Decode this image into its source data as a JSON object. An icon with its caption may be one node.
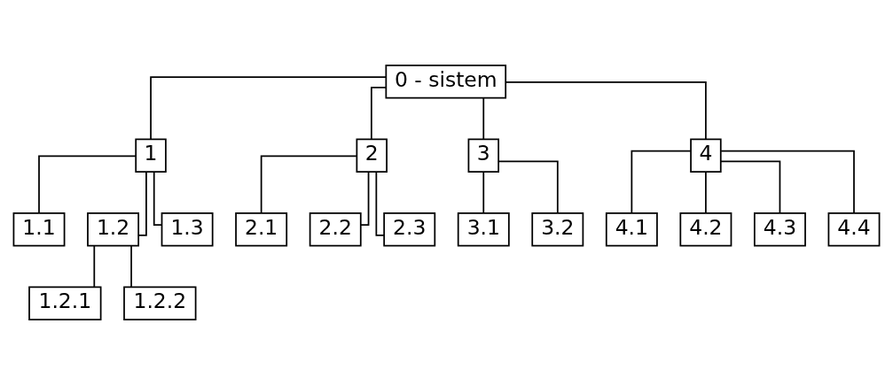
{
  "diagram": {
    "nodes": [
      {
        "text": [
          "0 - sistem"
        ]
      },
      {
        "text": [
          "1"
        ]
      },
      {
        "text": [
          "2"
        ]
      },
      {
        "text": [
          "3"
        ]
      },
      {
        "text": [
          "4"
        ]
      },
      {
        "text": [
          "1.1"
        ]
      },
      {
        "text": [
          "1.2"
        ]
      },
      {
        "text": [
          "1.3"
        ]
      },
      {
        "text": [
          "2.1"
        ]
      },
      {
        "text": [
          "2.2"
        ]
      },
      {
        "text": [
          "2.3"
        ]
      },
      {
        "text": [
          "3.1"
        ]
      },
      {
        "text": [
          "3.2"
        ]
      },
      {
        "text": [
          "4.1"
        ]
      },
      {
        "text": [
          "4.2"
        ]
      },
      {
        "text": [
          "4.3"
        ]
      },
      {
        "text": [
          "4.4"
        ]
      },
      {
        "text": [
          "1.2.1"
        ]
      },
      {
        "text": [
          "1.2.2"
        ]
      }
    ],
    "edges": [
      {
        "from": 0,
        "to": 1,
        "arrow": "none"
      },
      {
        "from": 0,
        "to": 2,
        "arrow": "none"
      },
      {
        "from": 0,
        "to": 3,
        "arrow": "none"
      },
      {
        "from": 0,
        "to": 4,
        "arrow": "none"
      },
      {
        "from": 1,
        "to": 5,
        "arrow": "none"
      },
      {
        "from": 1,
        "to": 6,
        "arrow": "none"
      },
      {
        "from": 1,
        "to": 7,
        "arrow": "none"
      },
      {
        "from": 2,
        "to": 8,
        "arrow": "none"
      },
      {
        "from": 2,
        "to": 9,
        "arrow": "none"
      },
      {
        "from": 2,
        "to": 10,
        "arrow": "none"
      },
      {
        "from": 3,
        "to": 11,
        "arrow": "none"
      },
      {
        "from": 3,
        "to": 12,
        "arrow": "none"
      },
      {
        "from": 4,
        "to": 13,
        "arrow": "none"
      },
      {
        "from": 4,
        "to": 14,
        "arrow": "none"
      },
      {
        "from": 4,
        "to": 15,
        "arrow": "none"
      },
      {
        "from": 4,
        "to": 16,
        "arrow": "none"
      },
      {
        "from": 6,
        "to": 17,
        "arrow": "none"
      },
      {
        "from": 6,
        "to": 18,
        "arrow": "none"
      }
    ]
  }
}
